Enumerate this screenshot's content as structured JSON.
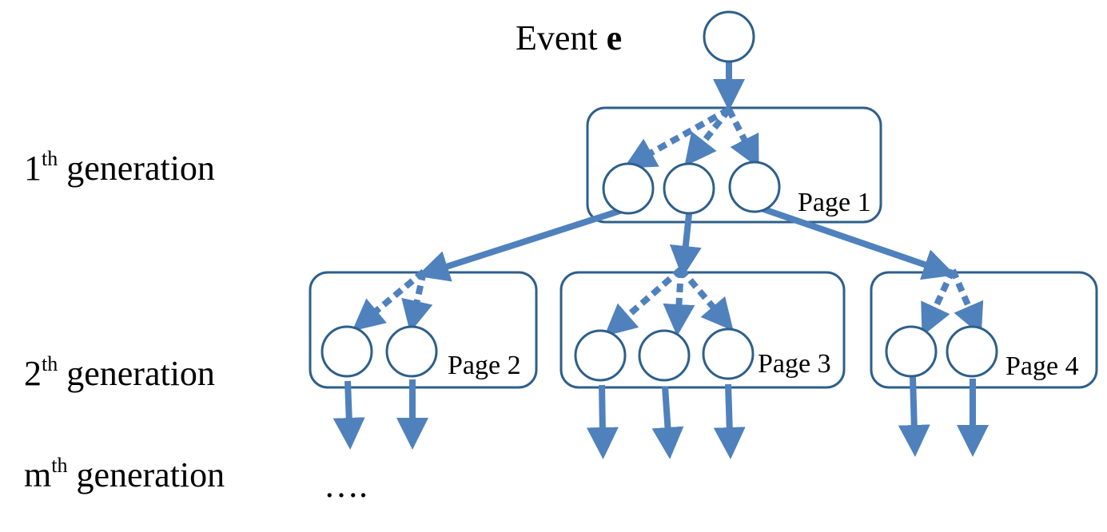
{
  "colors": {
    "edge": "#4f81bd",
    "node_stroke": "#2e5f8a",
    "box_stroke": "#2e5f8a",
    "text": "#000000"
  },
  "event": {
    "label": "Event ",
    "symbol": "e"
  },
  "generations": [
    {
      "base": "1",
      "sup": "th",
      "word": " generation"
    },
    {
      "base": "2",
      "sup": "th",
      "word": " generation"
    },
    {
      "base": "m",
      "sup": "th",
      "word": " generation"
    }
  ],
  "pages": [
    {
      "label": "Page 1"
    },
    {
      "label": "Page 2"
    },
    {
      "label": "Page 3"
    },
    {
      "label": "Page 4"
    }
  ],
  "continuation": "…."
}
